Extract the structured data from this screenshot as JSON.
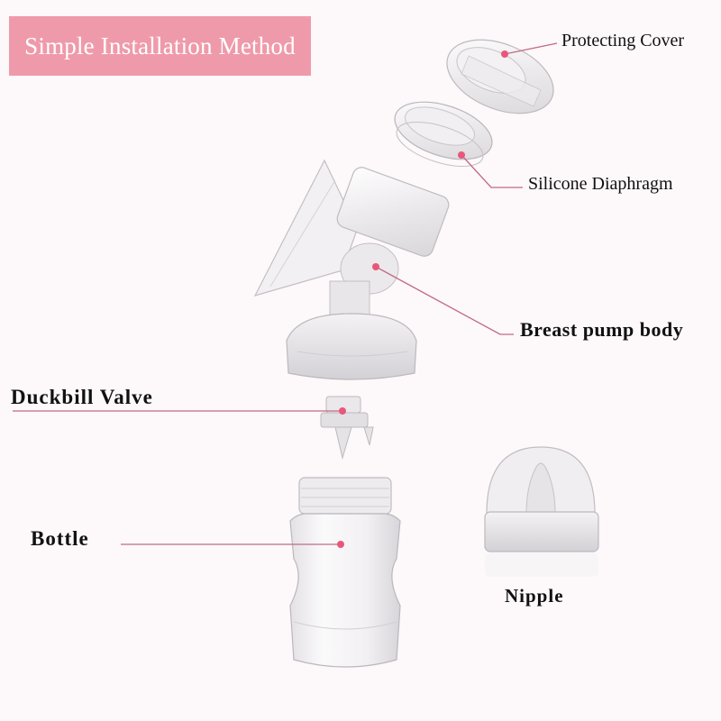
{
  "title": "Simple Installation Method",
  "parts": {
    "protecting_cover": "Protecting Cover",
    "silicone_diaphragm": "Silicone Diaphragm",
    "breast_pump_body": "Breast pump body",
    "duckbill_valve": "Duckbill Valve",
    "bottle": "Bottle",
    "nipple": "Nipple"
  },
  "colors": {
    "banner": "#ef9aaa",
    "banner_text": "#ffffff",
    "leader_line": "#c06b86",
    "marker": "#e8577a",
    "background": "#fdf8f9"
  },
  "icons": [
    "protecting-cover-illustration",
    "silicone-diaphragm-illustration",
    "breast-pump-body-illustration",
    "duckbill-valve-illustration",
    "bottle-illustration",
    "nipple-illustration"
  ]
}
